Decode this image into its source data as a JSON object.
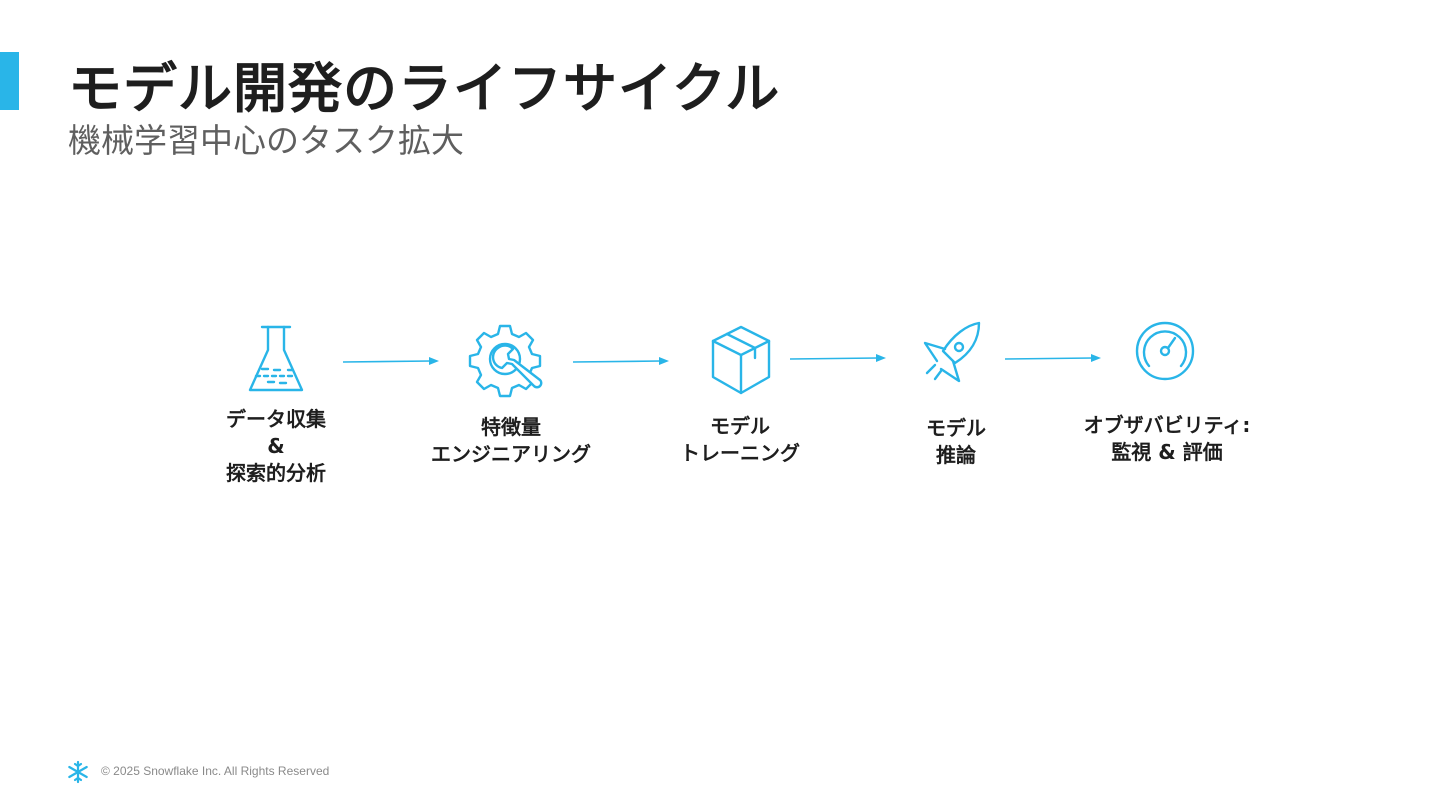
{
  "slide": {
    "title": "モデル開発のライフサイクル",
    "subtitle": "機械学習中心のタスク拡大",
    "accent_color": "#29b5e8"
  },
  "steps": [
    {
      "icon": "flask-icon",
      "lines": [
        "データ収集",
        "&",
        "探索的分析"
      ]
    },
    {
      "icon": "gear-wrench-icon",
      "lines": [
        "特徴量",
        "エンジニアリング"
      ]
    },
    {
      "icon": "box-icon",
      "lines": [
        "モデル",
        "トレーニング"
      ]
    },
    {
      "icon": "rocket-icon",
      "lines": [
        "モデル",
        "推論"
      ]
    },
    {
      "icon": "gauge-icon",
      "lines": [
        "オブザバビリティ:",
        "監視 & 評価"
      ]
    }
  ],
  "footer": {
    "logo_icon": "snowflake-icon",
    "copyright": "© 2025 Snowflake Inc. All Rights Reserved"
  }
}
